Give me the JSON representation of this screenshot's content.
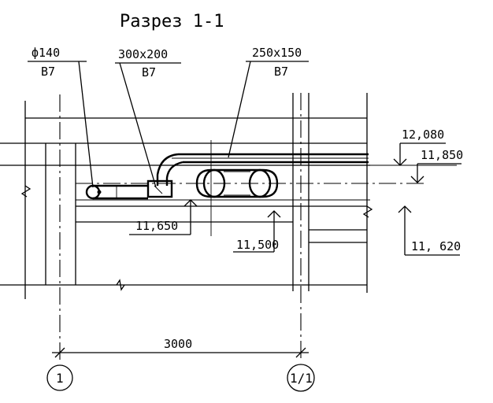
{
  "title": "Разрез 1-1",
  "ducts": {
    "round": {
      "size": "ф140",
      "system": "В7"
    },
    "rect_small": {
      "size": "300х200",
      "system": "В7"
    },
    "rect_large": {
      "size": "250х150",
      "system": "В7"
    }
  },
  "elevations": {
    "e12080": "12,080",
    "e11850": "11,850",
    "e11650": "11,650",
    "e11500": "11,500",
    "e11620": "11, 620"
  },
  "dimension": "3000",
  "axes": {
    "left": "1",
    "right": "1/1"
  }
}
